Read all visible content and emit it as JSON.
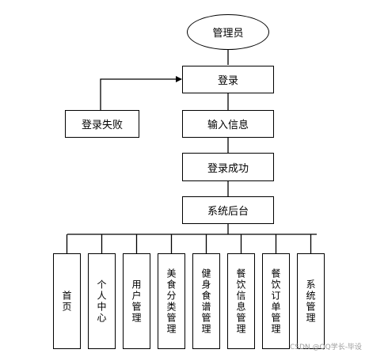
{
  "nodes": {
    "admin": "管理员",
    "login": "登录",
    "login_fail": "登录失败",
    "input_info": "输入信息",
    "login_success": "登录成功",
    "system_backend": "系统后台"
  },
  "modules": [
    "首页",
    "个人中心",
    "用户管理",
    "美食分类管理",
    "健身食谱管理",
    "餐饮信息管理",
    "餐饮订单管理",
    "系统管理"
  ],
  "watermark": "CSDN @QQ学长-毕设"
}
